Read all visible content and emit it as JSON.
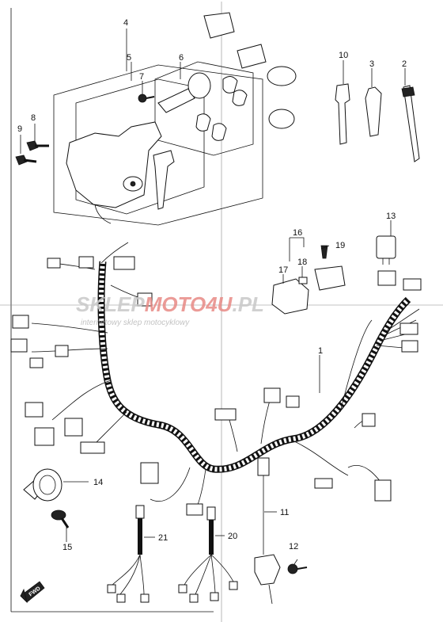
{
  "callouts": {
    "c1": "1",
    "c2": "2",
    "c3": "3",
    "c4": "4",
    "c5": "5",
    "c6": "6",
    "c7": "7",
    "c8": "8",
    "c9": "9",
    "c10": "10",
    "c11": "11",
    "c12": "12",
    "c13": "13",
    "c14": "14",
    "c15": "15",
    "c16": "16",
    "c17": "17",
    "c18": "18",
    "c19": "19",
    "c20": "20",
    "c21": "21"
  },
  "watermark": {
    "brand_part1": "SKLEP",
    "brand_part2": "MOTO",
    "brand_part3": "4U",
    "brand_part4": ".PL",
    "tagline": "internetowy sklep motocyklowy",
    "color_grey": "#c8c8c8",
    "color_red": "#e88a86"
  },
  "direction_badge": "FWD"
}
